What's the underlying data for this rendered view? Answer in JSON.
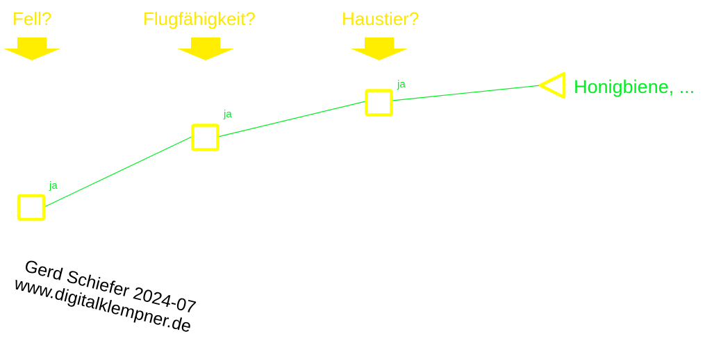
{
  "colors": {
    "question": "#FFE800",
    "node": "#FFFF00",
    "edge": "#00EE22",
    "credit": "#000000"
  },
  "questions": [
    {
      "label": "Fell?"
    },
    {
      "label": "Flugfähigkeit?"
    },
    {
      "label": "Haustier?"
    }
  ],
  "edges": [
    {
      "label": "ja"
    },
    {
      "label": "ja"
    },
    {
      "label": "ja"
    }
  ],
  "leaf": {
    "label": "Honigbiene, ..."
  },
  "credit": {
    "line1": "Gerd Schiefer 2024-07",
    "line2": "www.digitalklempner.de"
  }
}
